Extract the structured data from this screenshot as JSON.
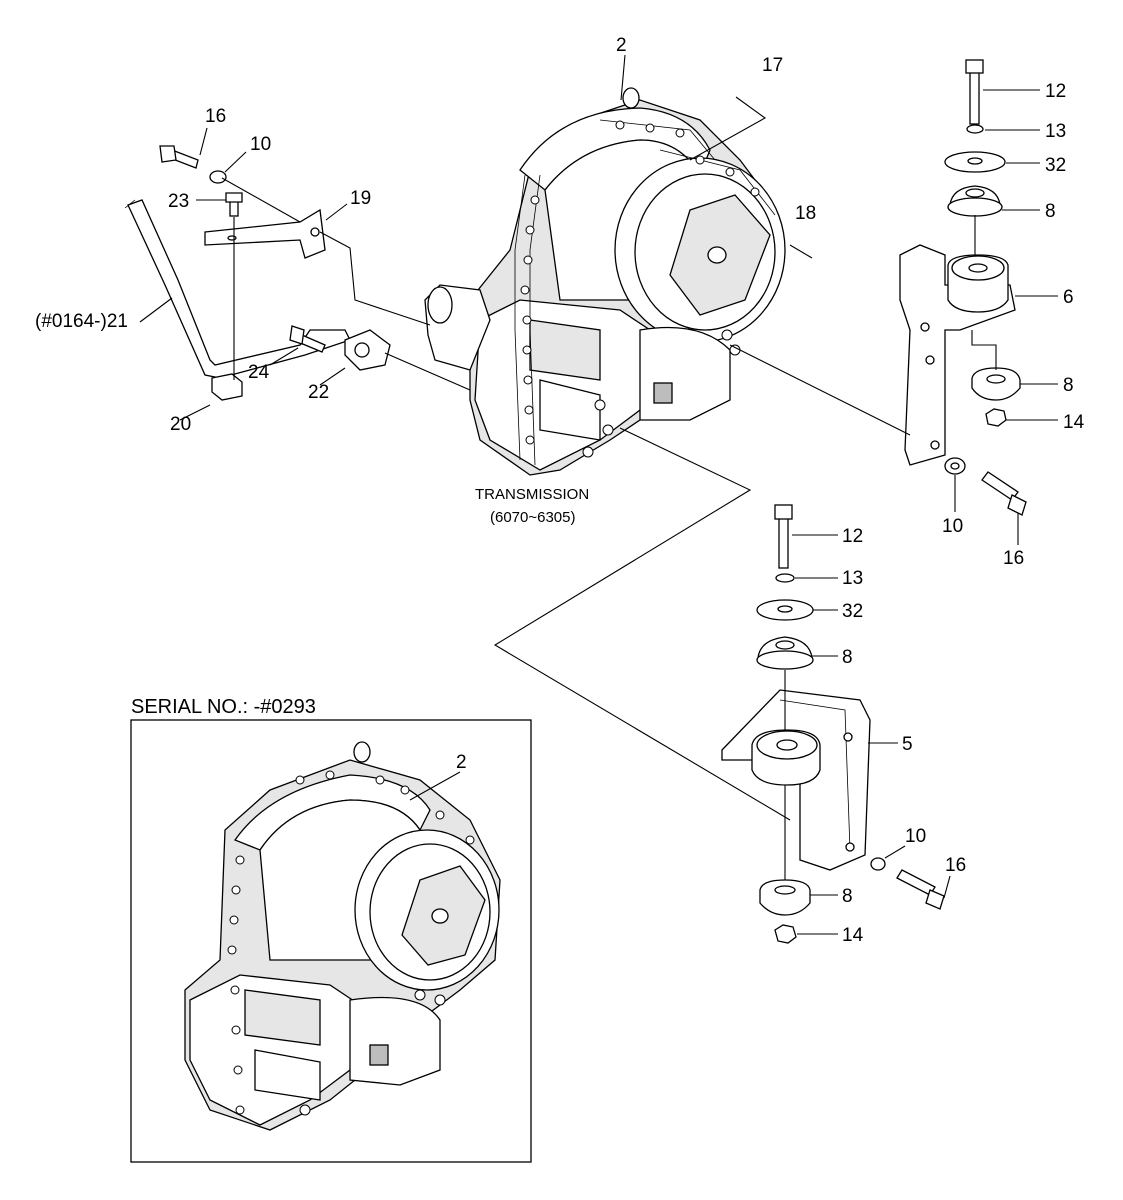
{
  "title": "",
  "transmission": {
    "line1": "TRANSMISSION",
    "line2": "(6070~6305)"
  },
  "inset": {
    "caption": "SERIAL NO.: -#0293",
    "part_label": "2"
  },
  "callouts": {
    "c2": "2",
    "c17": "17",
    "c12a": "12",
    "c13a": "13",
    "c32a": "32",
    "c8a": "8",
    "c6": "6",
    "c8b": "8",
    "c14a": "14",
    "c10a": "10",
    "c16a": "16",
    "c18": "18",
    "c16b": "16",
    "c10b": "10",
    "c19": "19",
    "c23": "23",
    "c21": "(#0164-)21",
    "c24": "24",
    "c22": "22",
    "c20": "20",
    "c12b": "12",
    "c13b": "13",
    "c32b": "32",
    "c8c": "8",
    "c5": "5",
    "c10c": "10",
    "c16c": "16",
    "c8d": "8",
    "c14b": "14"
  }
}
